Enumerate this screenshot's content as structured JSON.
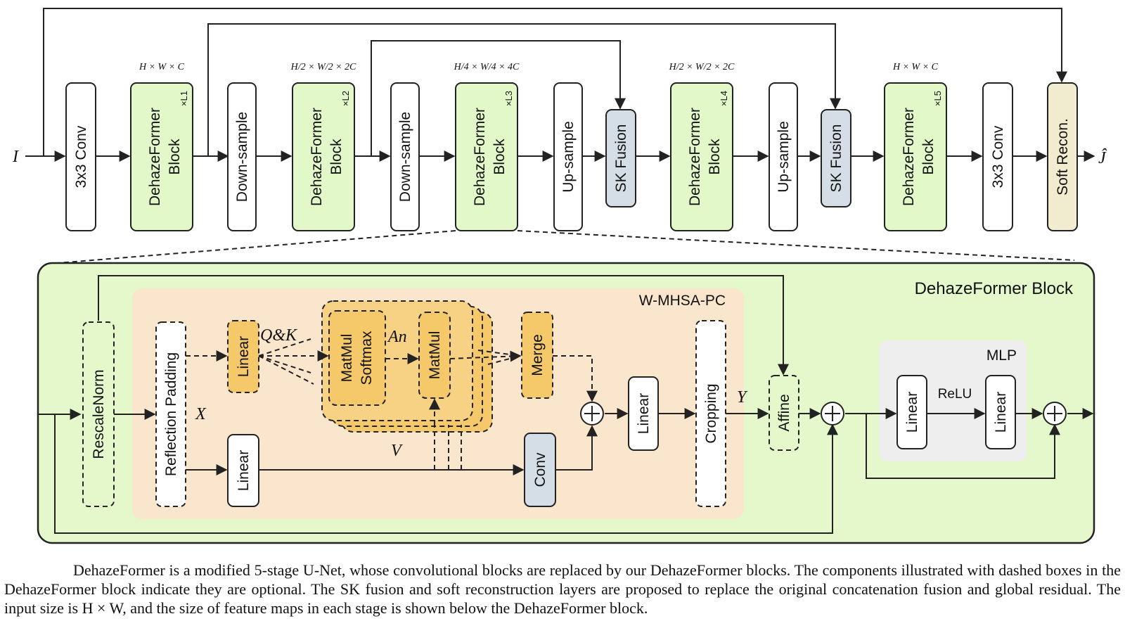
{
  "top": {
    "input": "I",
    "output": "Ĵ",
    "blocks": {
      "conv1": "3x3 Conv",
      "dehaze1": [
        "DehazeFormer",
        "Block"
      ],
      "down1": "Down-sample",
      "dehaze2": [
        "DehazeFormer",
        "Block"
      ],
      "down2": "Down-sample",
      "dehaze3": [
        "DehazeFormer",
        "Block"
      ],
      "up1": "Up-sample",
      "sk1": "SK Fusion",
      "dehaze4": [
        "DehazeFormer",
        "Block"
      ],
      "up2": "Up-sample",
      "sk2": "SK Fusion",
      "dehaze5": [
        "DehazeFormer",
        "Block"
      ],
      "conv2": "3x3 Conv",
      "soft": "Soft Recon."
    },
    "repeats": [
      "×L1",
      "×L2",
      "×L3",
      "×L4",
      "×L5"
    ],
    "dims": [
      "H × W × C",
      "H/2 × W/2 × 2C",
      "H/4 × W/4 × 4C",
      "H/2 × W/2 × 2C",
      "H × W × C"
    ]
  },
  "detail": {
    "title": "DehazeFormer Block",
    "attention_title": "W-MHSA-PC",
    "mlp_title": "MLP",
    "rescale_norm": "RescaleNorm",
    "reflection_padding": "Reflection Padding",
    "linear_qk": "Linear",
    "linear_v": "Linear",
    "matmul_softmax": [
      "MatMul",
      "Softmax"
    ],
    "matmul": "MatMul",
    "merge": "Merge",
    "conv": "Conv",
    "linear_proj": "Linear",
    "cropping": "Cropping",
    "affine": "Affine",
    "mlp_linear1": "Linear",
    "relu": "ReLU",
    "mlp_linear2": "Linear",
    "sym_x": "X",
    "sym_qk": "Q&K",
    "sym_an": "An",
    "sym_v": "V",
    "sym_y": "Y"
  },
  "colors": {
    "green_block": "#e3f8c8",
    "gray_block": "#d5dee6",
    "soft_block": "#f1ecd0",
    "detail_bg": "#e5f8cc",
    "attn_bg": "#f9e6cc",
    "orange": "#f5c96a",
    "mlp_bg": "#eeeeee"
  },
  "caption": "DehazeFormer is a modified 5-stage U-Net, whose convolutional blocks are replaced by our DehazeFormer blocks. The components illustrated with dashed boxes in the DehazeFormer block indicate they are optional. The SK fusion and soft reconstruction layers are proposed to replace the original concatenation fusion and global residual. The input size is H × W, and the size of feature maps in each stage is shown below the DehazeFormer block."
}
